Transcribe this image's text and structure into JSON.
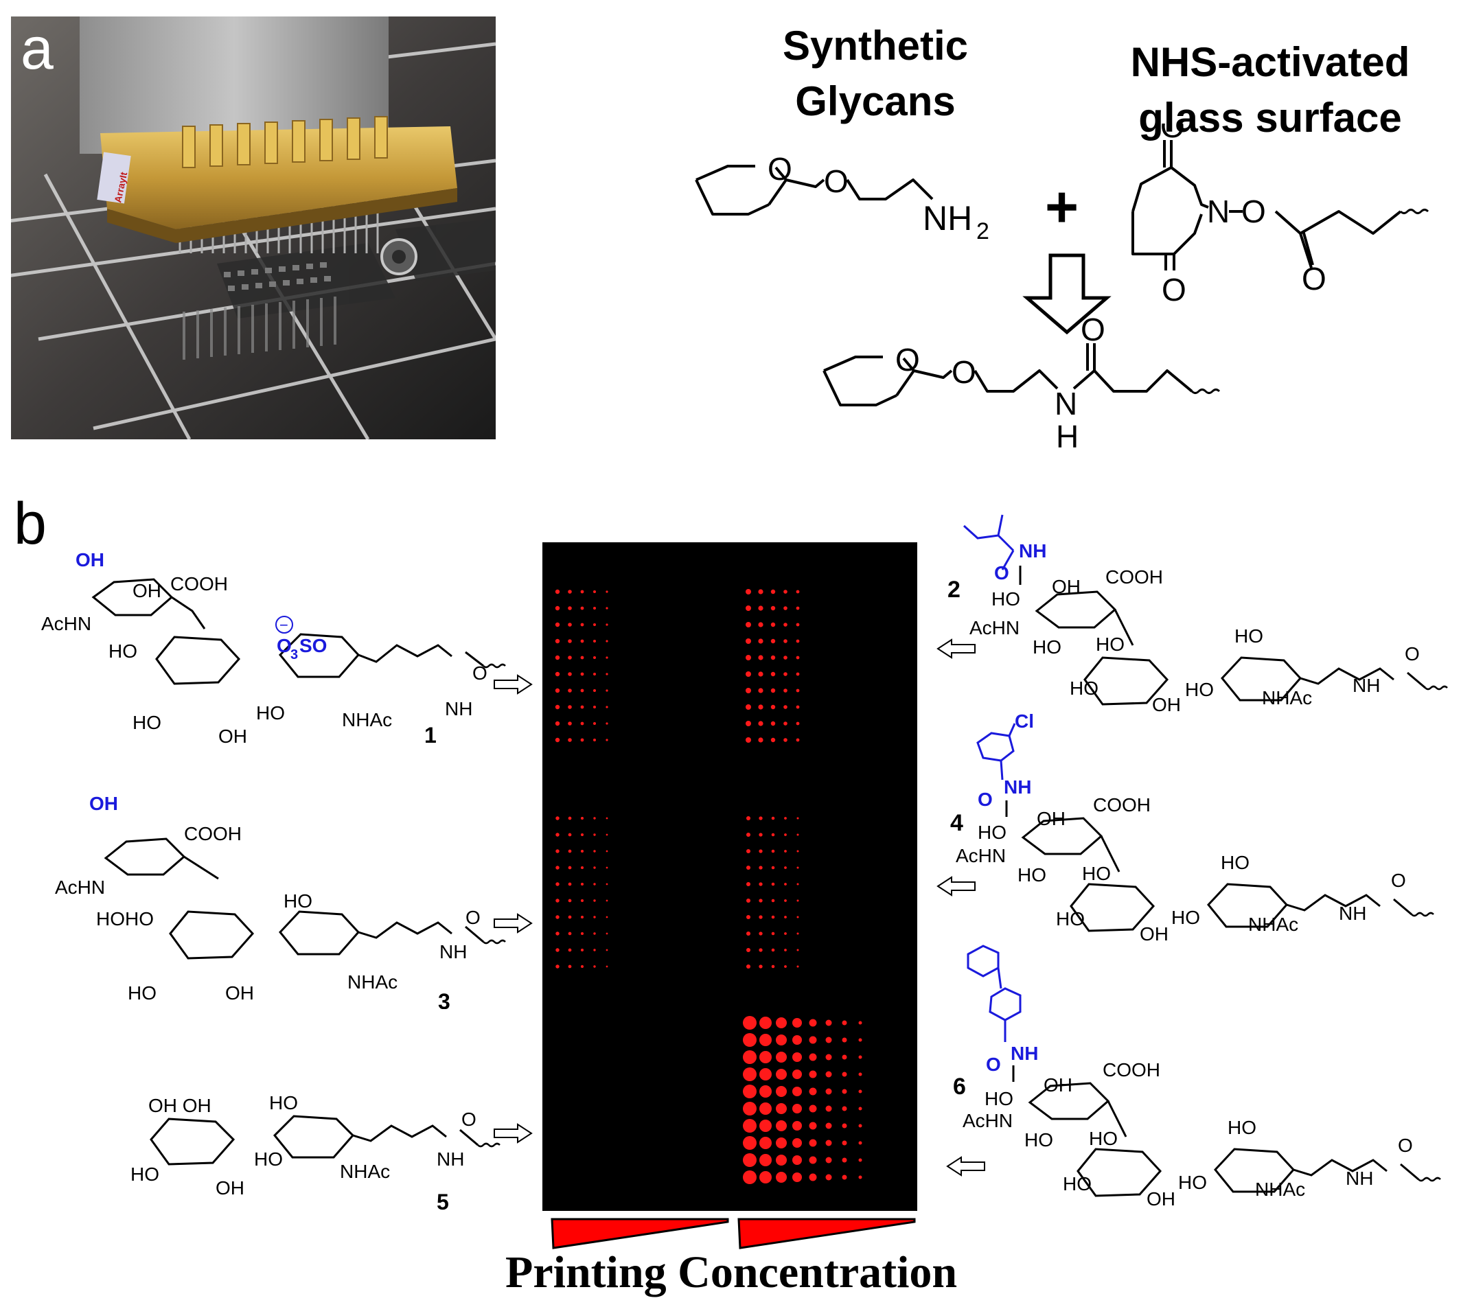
{
  "panel_a": {
    "label": "a",
    "photo_badge": "ArrayIt",
    "header_left": [
      "Synthetic",
      "Glycans"
    ],
    "header_right": [
      "NHS-activated",
      "glass surface"
    ],
    "reaction": {
      "plus": "+",
      "amine": "NH",
      "amine_sub": "2",
      "nhs_n": "N",
      "oxygen": "O",
      "amide_n": "N",
      "amide_h": "H"
    }
  },
  "panel_b": {
    "label": "b",
    "compounds": [
      {
        "number": "1",
        "highlight": "OH",
        "sulfate": "O",
        "sulfate_sub": "3",
        "sulfate_rest": "SO",
        "charge": "−"
      },
      {
        "number": "2",
        "highlight": "NH",
        "carbonyl": "O"
      },
      {
        "number": "3",
        "highlight": "OH"
      },
      {
        "number": "4",
        "highlight": "NH",
        "carbonyl": "O",
        "halogen": "Cl"
      },
      {
        "number": "5"
      },
      {
        "number": "6",
        "highlight": "NH",
        "carbonyl": "O"
      }
    ],
    "labels": {
      "cooh": "COOH",
      "ho": "HO",
      "oh": "OH",
      "achn": "AcHN",
      "nhac": "NHAc",
      "hoho": "HOHO",
      "ohoh": "OH OH",
      "nh": "NH",
      "o": "O"
    },
    "array_footer": "Printing Concentration"
  },
  "colors": {
    "highlight": "#1a1adc",
    "spot": "#ff1a1a",
    "array_bg": "#000000",
    "wedge": "#ff0000"
  }
}
